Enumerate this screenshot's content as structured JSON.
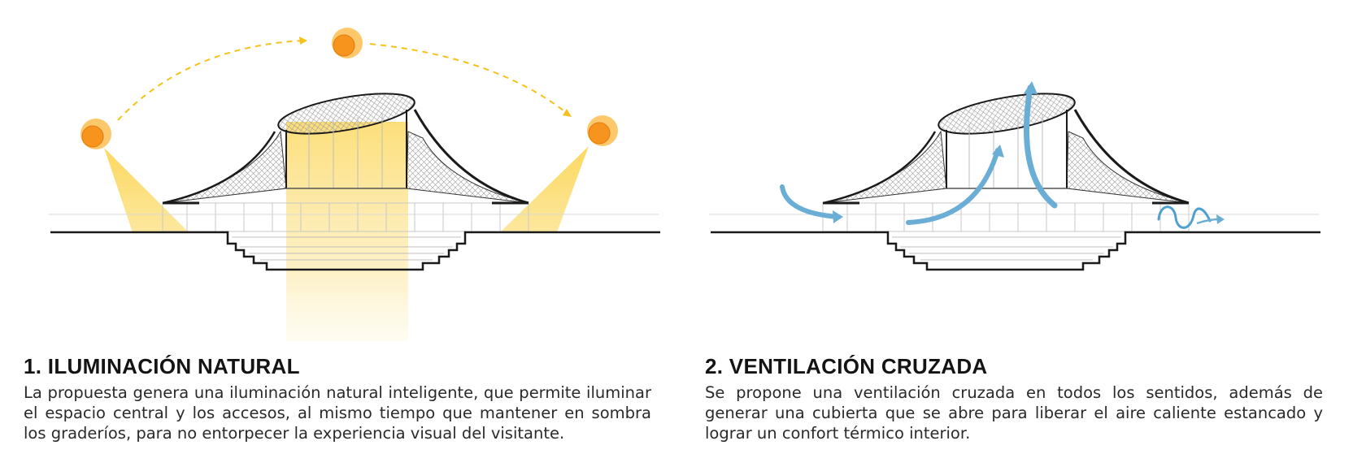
{
  "colors": {
    "sun": "#f7941d",
    "sun_halo": "#fcc86b",
    "sunlight": "#fbd44e",
    "air_flow": "#6aaed6",
    "structure": "#1a1a1a",
    "mesh": "#9a9a9a"
  },
  "panels": [
    {
      "title": "1. ILUMINACIÓN NATURAL",
      "body": "La propuesta genera una iluminación natural inteligente, que permite iluminar el espacio central y los accesos, al mismo tiempo que mantener en sombra los graderíos, para no entorpecer la experiencia visual del visitante.",
      "icons": [
        "sun-icon",
        "sun-icon",
        "sun-icon"
      ]
    },
    {
      "title": "2. VENTILACIÓN CRUZADA",
      "body": "Se propone una ventilación cruzada en todos los sentidos, además de generar una cubierta que se abre para liberar el aire caliente estancado y lograr un confort térmico interior.",
      "icons": [
        "air-flow-arrow",
        "air-flow-arrow",
        "air-flow-arrow",
        "air-flow-arrow"
      ]
    }
  ]
}
